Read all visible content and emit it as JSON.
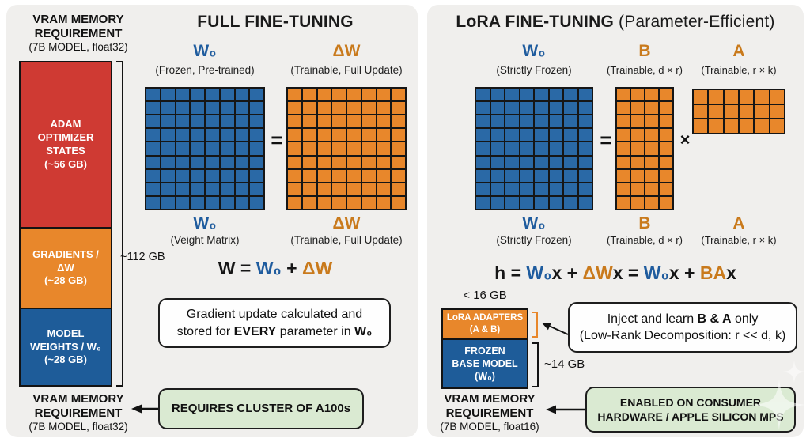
{
  "colors": {
    "red": "#cf3a33",
    "orange": "#e8872b",
    "orange_text": "#c97a1c",
    "blue_cell": "#2a69a6",
    "blue_dark": "#1e5c99",
    "blue_text": "#1f5c9e",
    "green_bg": "#daead2",
    "panel_bg": "#f0efed"
  },
  "left_panel": {
    "title": "FULL FINE-TUNING",
    "vram_header": {
      "line1": "VRAM MEMORY\nREQUIREMENT",
      "line2": "(7B MODEL, float32)"
    },
    "bar": {
      "adam_label": "ADAM\nOPTIMIZER\nSTATES\n(~56 GB)",
      "gradients_label": "GRADIENTS /\nΔW\n(~28 GB)",
      "weights_label": "MODEL\nWEIGHTS / W₀\n(~28 GB)",
      "total": "~112 GB"
    },
    "w0": {
      "symbol": "W₀",
      "caption_top": "(Frozen, Pre-trained)",
      "caption_bottom": "(Veight Matrix)",
      "rows": 9,
      "cols": 8,
      "cell_color": "#2a69a6"
    },
    "equals": "=",
    "dw": {
      "symbol": "ΔW",
      "caption_top": "(Trainable, Full Update)",
      "caption_bottom": "(Trainable, Full Update)",
      "rows": 9,
      "cols": 8,
      "cell_color": "#e8872b"
    },
    "equation": [
      {
        "t": "W = "
      },
      {
        "t": "W₀",
        "c": "blue"
      },
      {
        "t": " + "
      },
      {
        "t": "ΔW",
        "c": "orange"
      }
    ],
    "callout_line1": [
      {
        "t": "Gradient update calculated and"
      }
    ],
    "callout_line2": [
      {
        "t": "stored for "
      },
      {
        "t": "EVERY",
        "c": "bold"
      },
      {
        "t": " parameter in "
      },
      {
        "t": "W₀",
        "c": "bold"
      }
    ],
    "vram_footer": {
      "line1": "VRAM MEMORY\nREQUIREMENT",
      "line2": "(7B MODEL, float32)"
    },
    "green_note": "REQUIRES CLUSTER OF A100s"
  },
  "right_panel": {
    "title_bold": "LoRA FINE-TUNING",
    "title_rest": " (Parameter-Efficient)",
    "w0": {
      "symbol": "W₀",
      "caption": "(Strictly Frozen)",
      "rows": 9,
      "cols": 8,
      "cell_color": "#2a69a6"
    },
    "equals": "=",
    "times": "×",
    "b": {
      "symbol": "B",
      "caption": "(Trainable, d × r)",
      "rows": 9,
      "cols": 4,
      "cell_color": "#e8872b"
    },
    "a": {
      "symbol": "A",
      "caption": "(Trainable, r × k)",
      "rows": 3,
      "cols": 6,
      "cell_color": "#e8872b"
    },
    "equation": [
      {
        "t": "h = "
      },
      {
        "t": "W₀",
        "c": "blue"
      },
      {
        "t": "x"
      },
      {
        "t": " + "
      },
      {
        "t": "ΔW",
        "c": "orange"
      },
      {
        "t": "x"
      },
      {
        "t": " = "
      },
      {
        "t": "W₀",
        "c": "blue"
      },
      {
        "t": "x"
      },
      {
        "t": " + "
      },
      {
        "t": "BA",
        "c": "orange"
      },
      {
        "t": "x"
      }
    ],
    "mem_bar": {
      "limit": "< 16 GB",
      "adapters_label": "LoRA ADAPTERS\n(A & B)",
      "base_label": "FROZEN\nBASE MODEL\n(W₀)",
      "base_size": "~14 GB"
    },
    "callout_line1": [
      {
        "t": "Inject and learn "
      },
      {
        "t": "B & A",
        "c": "bold"
      },
      {
        "t": " only"
      }
    ],
    "callout_line2": [
      {
        "t": "(Low-Rank Decomposition: r << d, k)"
      }
    ],
    "vram_footer": {
      "line1": "VRAM MEMORY\nREQUIREMENT",
      "line2": "(7B MODEL, float16)"
    },
    "green_note": "ENABLED ON CONSUMER\nHARDWARE / APPLE SILICON MPS"
  }
}
